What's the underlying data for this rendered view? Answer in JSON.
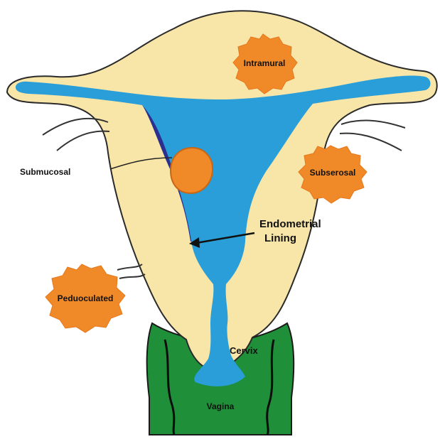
{
  "labels": {
    "intramural": "Intramural",
    "subserosal": "Subserosal",
    "submucosal": "Submucosal",
    "pedunculated": "Peduoculated",
    "endometrial_line1": "Endometrial",
    "endometrial_line2": "Lining",
    "cervix": "Cervix",
    "vagina": "Vagina"
  },
  "colors": {
    "uterus_wall": "#f8e5a8",
    "cavity": "#2a9ed8",
    "endometrium": "#2b2f8f",
    "fibroid": "#f08a28",
    "vagina": "#1f8f3a",
    "outline": "#2a2a2a"
  }
}
